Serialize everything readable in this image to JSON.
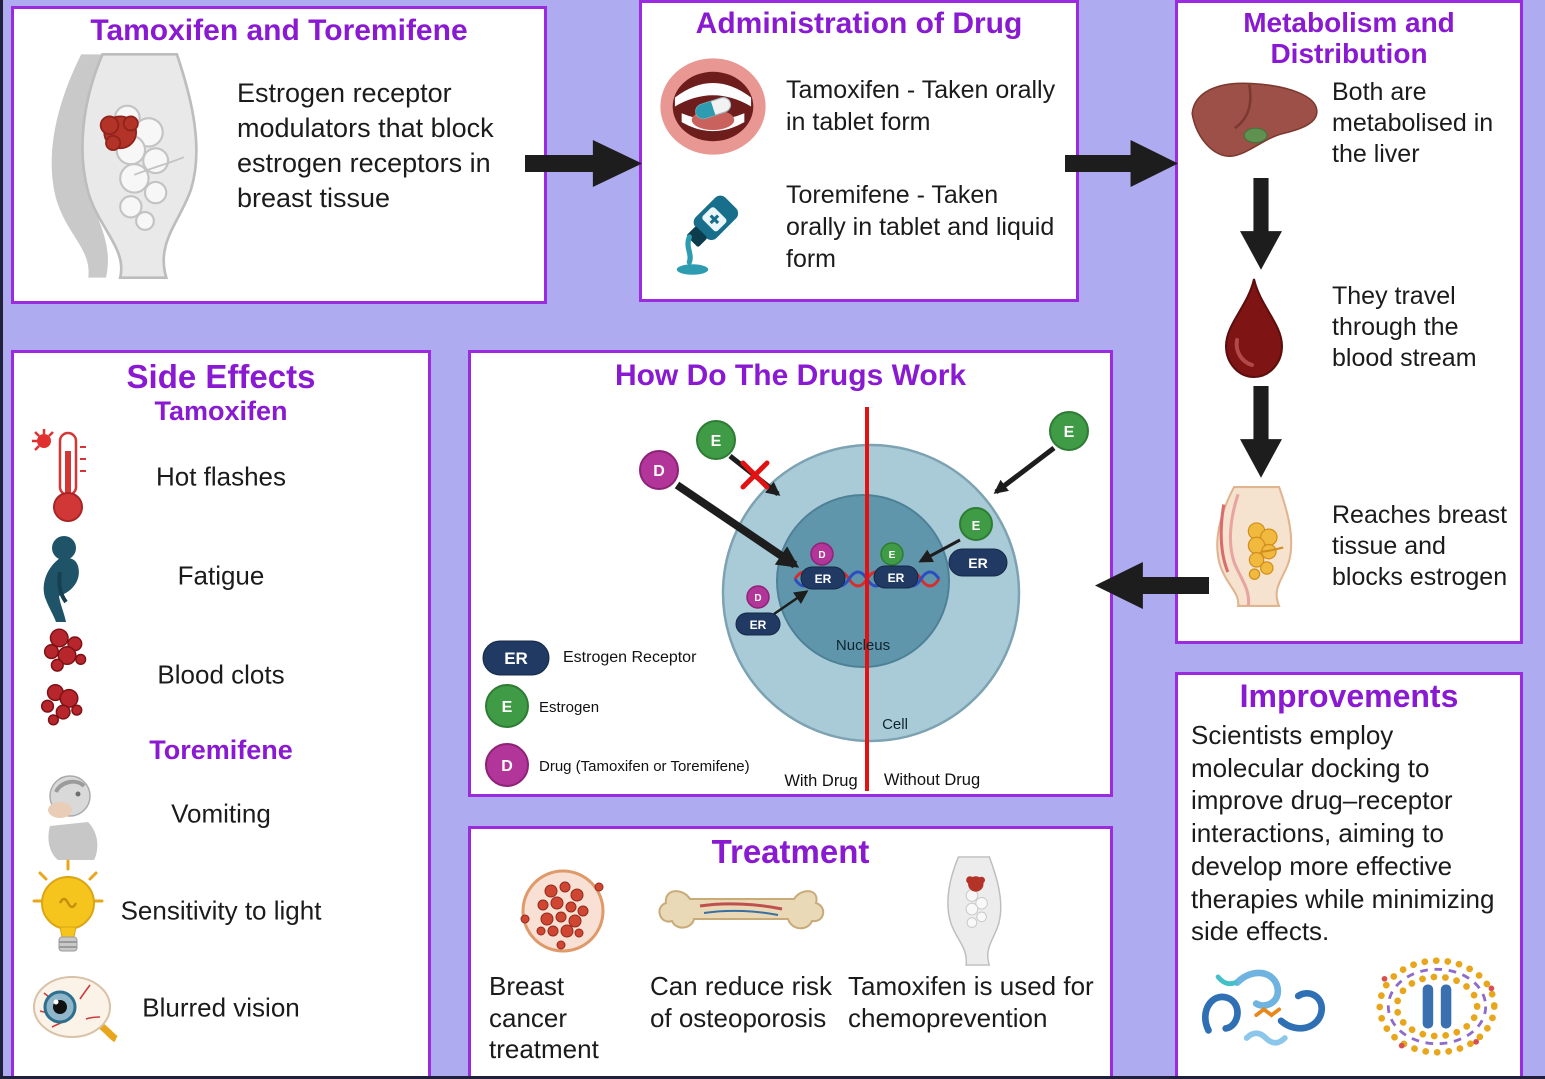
{
  "palette": {
    "background": "#afabf0",
    "box_border": "#9c2be0",
    "heading_purple": "#8a1ad1",
    "body_text": "#1b1b1b",
    "arrow_black": "#1d1d1d",
    "estrogen_green": "#3f9b45",
    "drug_magenta": "#b23599",
    "receptor_navy": "#203a64",
    "cell_blue": "#a9cbd8",
    "nucleus_blue": "#6096ab",
    "divider_red": "#e31212"
  },
  "intro": {
    "title": "Tamoxifen and Toremifene",
    "description": "Estrogen receptor modulators that block estrogen receptors in breast tissue",
    "icon": "breast-anatomy-icon"
  },
  "administration": {
    "title": "Administration of Drug",
    "items": [
      {
        "text": "Tamoxifen - Taken orally in tablet form",
        "icon": "mouth-pill-icon"
      },
      {
        "text": "Toremifene - Taken orally in tablet and liquid form",
        "icon": "medicine-bottle-icon"
      }
    ]
  },
  "metabolism": {
    "title": "Metabolism and Distribution",
    "steps": [
      {
        "text": "Both are metabolised in the liver",
        "icon": "liver-icon"
      },
      {
        "text": "They travel through the blood stream",
        "icon": "blood-drop-icon"
      },
      {
        "text": "Reaches breast tissue and blocks estrogen",
        "icon": "breast-tissue-icon"
      }
    ]
  },
  "side_effects": {
    "title": "Side Effects",
    "groups": [
      {
        "heading": "Tamoxifen",
        "items": [
          {
            "label": "Hot flashes",
            "icon": "thermometer-sun-icon"
          },
          {
            "label": "Fatigue",
            "icon": "fatigued-person-icon"
          },
          {
            "label": "Blood clots",
            "icon": "blood-clots-icon"
          }
        ]
      },
      {
        "heading": "Toremifene",
        "items": [
          {
            "label": "Vomiting",
            "icon": "vomiting-person-icon"
          },
          {
            "label": "Sensitivity to light",
            "icon": "lightbulb-icon"
          },
          {
            "label": "Blurred vision",
            "icon": "eye-icon"
          }
        ]
      }
    ]
  },
  "mechanism": {
    "title": "How Do The Drugs Work",
    "symbols": {
      "er": "ER",
      "e": "E",
      "d": "D"
    },
    "labels": {
      "nucleus": "Nucleus",
      "cell": "Cell",
      "with_drug": "With Drug",
      "without_drug": "Without Drug"
    },
    "legend": [
      {
        "symbol": "ER",
        "label": "Estrogen Receptor"
      },
      {
        "symbol": "E",
        "label": "Estrogen"
      },
      {
        "symbol": "D",
        "label": "Drug (Tamoxifen or Toremifene)"
      }
    ]
  },
  "treatment": {
    "title": "Treatment",
    "items": [
      {
        "text": "Breast cancer treatment",
        "icon": "cancer-cells-icon"
      },
      {
        "text": "Can reduce risk of osteoporosis",
        "icon": "bone-icon"
      },
      {
        "text": "Tamoxifen is used for chemoprevention",
        "icon": "breast-tumor-icon"
      }
    ]
  },
  "improvements": {
    "title": "Improvements",
    "description": "Scientists employ molecular docking to improve drug–receptor interactions, aiming to develop more effective therapies while minimizing side effects.",
    "icons": [
      "protein-structure-icon",
      "membrane-receptor-icon"
    ]
  }
}
